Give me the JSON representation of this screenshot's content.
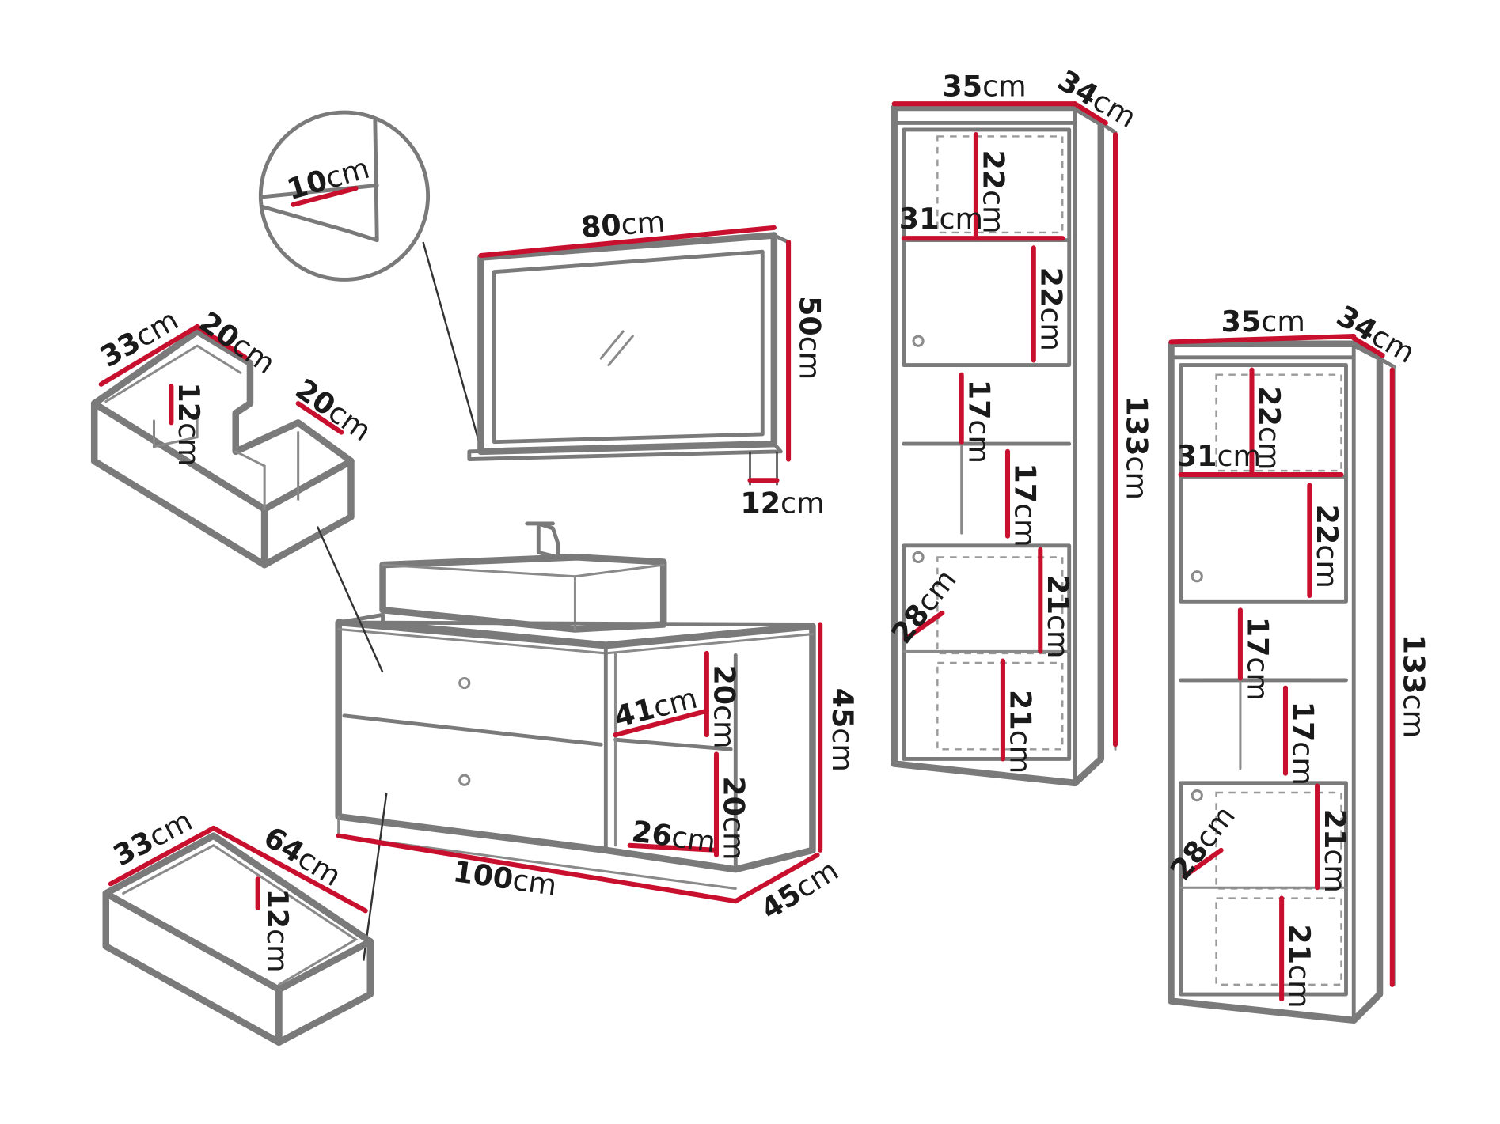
{
  "colors": {
    "outline": "#7a7a7a",
    "dimension": "#c8102e",
    "text": "#1a1a1a",
    "background": "#ffffff"
  },
  "detail": {
    "shelf_depth": {
      "value": "10",
      "unit": "cm"
    }
  },
  "mirror": {
    "width": {
      "value": "80",
      "unit": "cm"
    },
    "height": {
      "value": "50",
      "unit": "cm"
    },
    "shelf": {
      "value": "12",
      "unit": "cm"
    }
  },
  "top_drawer": {
    "depth": {
      "value": "33",
      "unit": "cm"
    },
    "width_left": {
      "value": "20",
      "unit": "cm"
    },
    "width_right": {
      "value": "20",
      "unit": "cm"
    },
    "height": {
      "value": "12",
      "unit": "cm"
    }
  },
  "bottom_drawer": {
    "depth": {
      "value": "33",
      "unit": "cm"
    },
    "width": {
      "value": "64",
      "unit": "cm"
    },
    "height": {
      "value": "12",
      "unit": "cm"
    }
  },
  "vanity": {
    "width": {
      "value": "100",
      "unit": "cm"
    },
    "depth": {
      "value": "45",
      "unit": "cm"
    },
    "height": {
      "value": "45",
      "unit": "cm"
    },
    "shelf_depth": {
      "value": "41",
      "unit": "cm"
    },
    "upper_height": {
      "value": "20",
      "unit": "cm"
    },
    "lower_height": {
      "value": "20",
      "unit": "cm"
    },
    "lower_width": {
      "value": "26",
      "unit": "cm"
    }
  },
  "tall_cabinet_1": {
    "width": {
      "value": "35",
      "unit": "cm"
    },
    "depth": {
      "value": "34",
      "unit": "cm"
    },
    "height": {
      "value": "133",
      "unit": "cm"
    },
    "shelf_width": {
      "value": "31",
      "unit": "cm"
    },
    "door_depth": {
      "value": "28",
      "unit": "cm"
    },
    "h1": {
      "value": "22",
      "unit": "cm"
    },
    "h2": {
      "value": "22",
      "unit": "cm"
    },
    "h3": {
      "value": "17",
      "unit": "cm"
    },
    "h4": {
      "value": "17",
      "unit": "cm"
    },
    "h5": {
      "value": "21",
      "unit": "cm"
    },
    "h6": {
      "value": "21",
      "unit": "cm"
    }
  },
  "tall_cabinet_2": {
    "width": {
      "value": "35",
      "unit": "cm"
    },
    "depth": {
      "value": "34",
      "unit": "cm"
    },
    "height": {
      "value": "133",
      "unit": "cm"
    },
    "shelf_width": {
      "value": "31",
      "unit": "cm"
    },
    "door_depth": {
      "value": "28",
      "unit": "cm"
    },
    "h1": {
      "value": "22",
      "unit": "cm"
    },
    "h2": {
      "value": "22",
      "unit": "cm"
    },
    "h3": {
      "value": "17",
      "unit": "cm"
    },
    "h4": {
      "value": "17",
      "unit": "cm"
    },
    "h5": {
      "value": "21",
      "unit": "cm"
    },
    "h6": {
      "value": "21",
      "unit": "cm"
    }
  }
}
